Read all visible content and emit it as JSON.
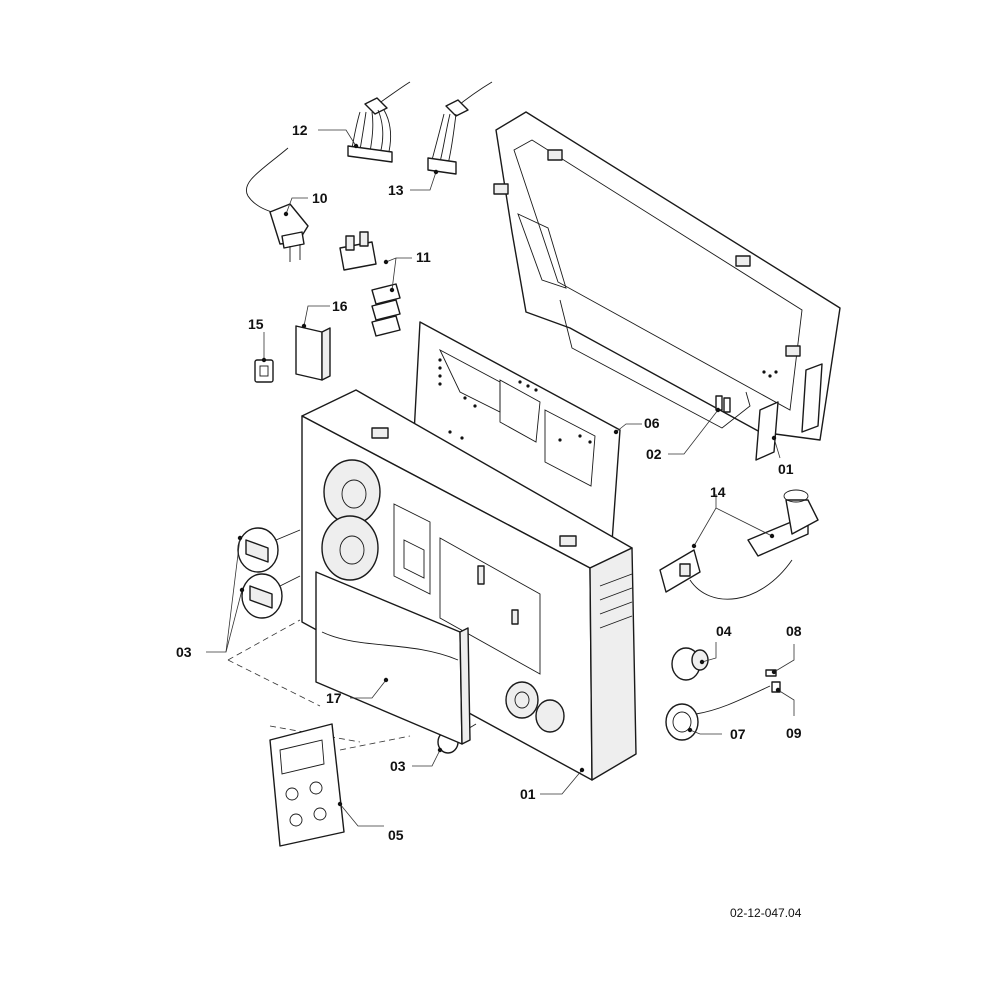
{
  "callouts": {
    "c01_back": "01",
    "c01_front": "01",
    "c02": "02",
    "c03_knobs": "03",
    "c03_small": "03",
    "c04": "04",
    "c05": "05",
    "c06": "06",
    "c07": "07",
    "c08": "08",
    "c09": "09",
    "c10": "10",
    "c11": "11",
    "c12": "12",
    "c13": "13",
    "c14": "14",
    "c15": "15",
    "c16": "16",
    "c17": "17"
  },
  "reference_code": "02-12-047.04"
}
